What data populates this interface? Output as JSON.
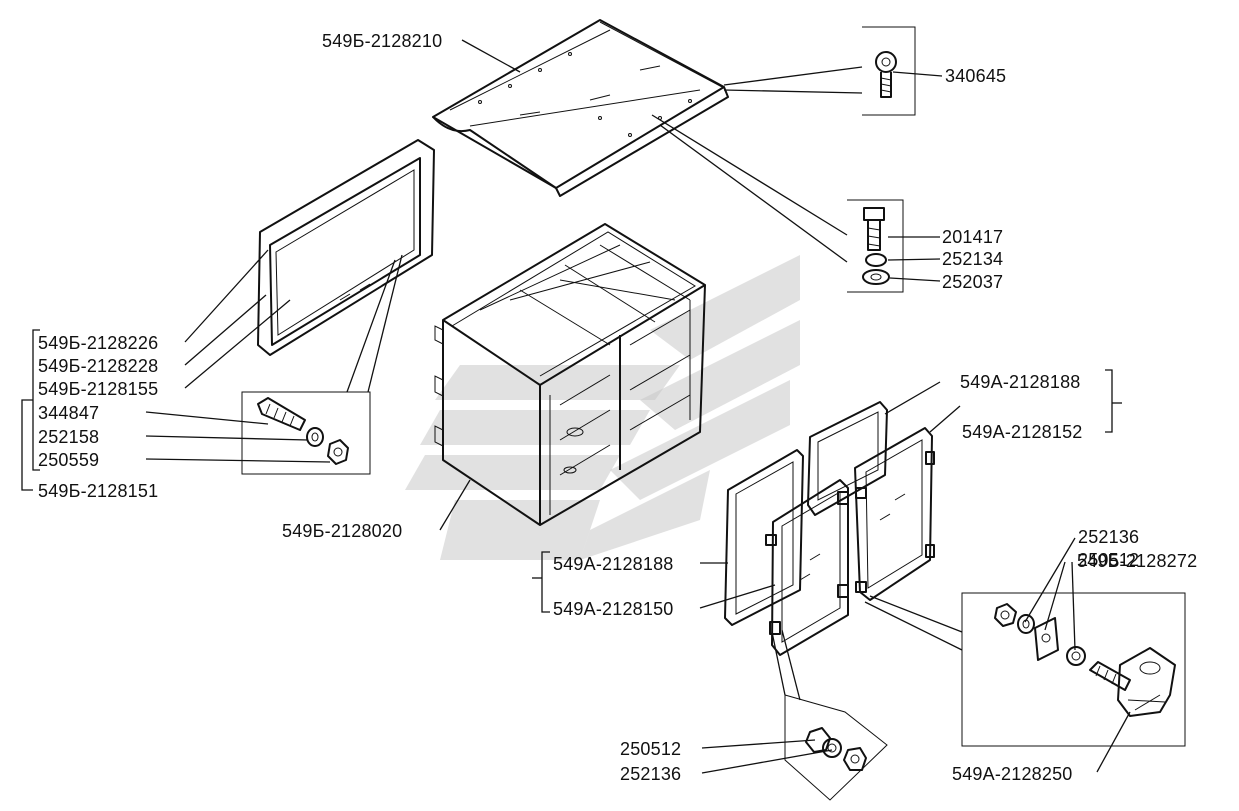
{
  "colors": {
    "ink": "#111111",
    "watermark": "#c9c9c9",
    "background": "#ffffff"
  },
  "labels": {
    "roof_panel": "549Б-2128210",
    "eye_bolt": "340645",
    "bolt": "201417",
    "washer_spring": "252134",
    "washer_flat": "252037",
    "seal_left": "549Б-2128226",
    "frame_left": "549Б-2128228",
    "glass_left": "549Б-2128155",
    "stud": "344847",
    "washer_left": "252158",
    "nut_left": "250559",
    "window_assembly": "549Б-2128151",
    "body_frame": "549Б-2128020",
    "seal_upper_door": "549А-2128188",
    "door_upper": "549А-2128152",
    "washer_hinge_right": "252136",
    "hinge_plate": "549Б-2128272",
    "nut_hinge_right": "250512",
    "seal_lower_door": "549А-2128188",
    "door_lower": "549А-2128150",
    "nut_hinge_bottom": "250512",
    "washer_hinge_bottom": "252136",
    "hinge_assembly": "549А-2128250"
  }
}
